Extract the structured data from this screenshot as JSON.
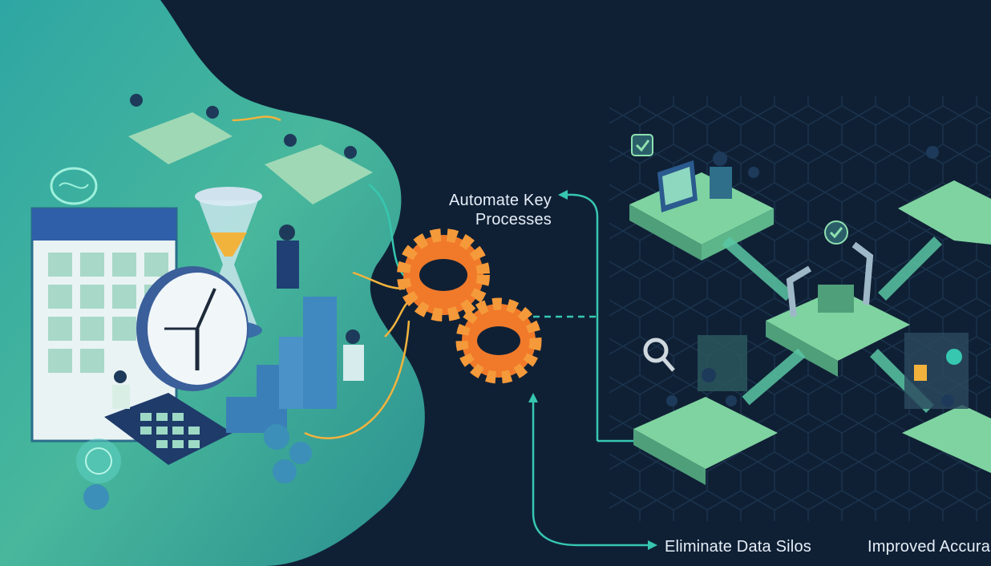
{
  "labels": {
    "automate_line1": "Automate Key",
    "automate_line2": "Processes",
    "eliminate": "Eliminate Data Silos",
    "accuracy": "Improved Accuracy"
  },
  "colors": {
    "background": "#0f2035",
    "left_blob": "#3fae9a",
    "gear": "#f07a2a",
    "connector": "#37c7b0",
    "platform": "#7fd3a0"
  },
  "icons": [
    "calendar-icon",
    "clock-icon",
    "hourglass-icon",
    "brain-icon",
    "gear-icon",
    "checkmark-icon",
    "magnifier-icon",
    "robot-arm-icon"
  ]
}
